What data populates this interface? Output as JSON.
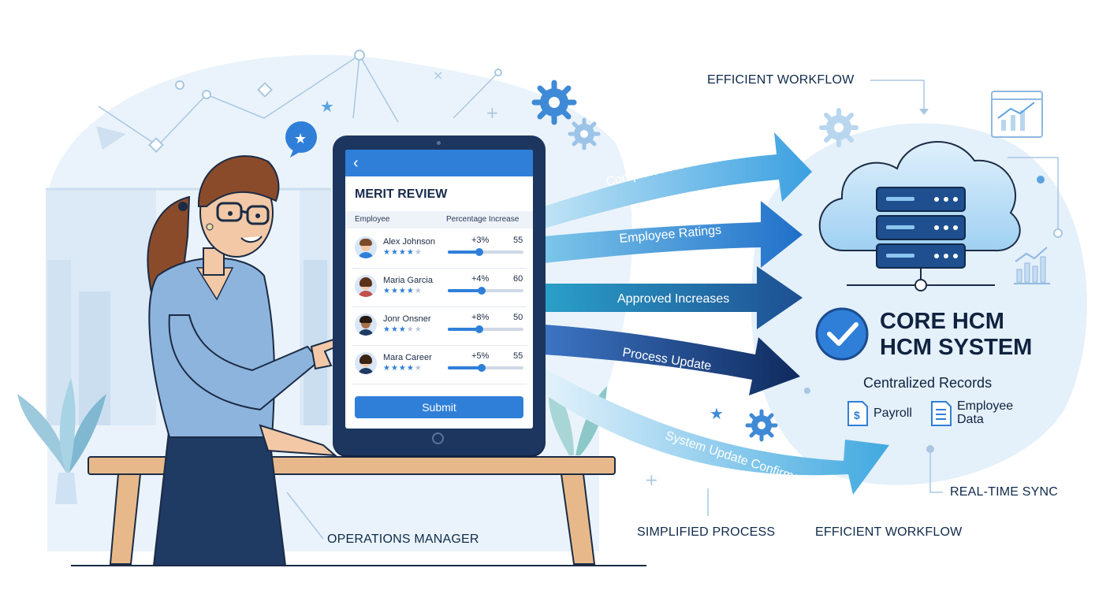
{
  "colors": {
    "accent": "#2f7fd9",
    "navy": "#10223f",
    "light_bg": "#e6f0fa",
    "arrow_light": "#5cb8e6",
    "arrow_dark": "#1b3a70"
  },
  "header": {
    "efficient_workflow_top": "EFFICIENT WORKFLOW"
  },
  "tablet": {
    "back_icon": "chevron-left-icon",
    "title": "MERIT REVIEW",
    "col_employee": "Employee",
    "col_increase": "Percentage Increase",
    "rows": [
      {
        "name": "Alex Johnson",
        "pct": "+3%",
        "score": "55",
        "stars": 4,
        "slider": 0.42
      },
      {
        "name": "Maria Garcia",
        "pct": "+4%",
        "score": "60",
        "stars": 4,
        "slider": 0.45
      },
      {
        "name": "Jonr Onsner",
        "pct": "+8%",
        "score": "50",
        "stars": 3,
        "slider": 0.42
      },
      {
        "name": "Mara Career",
        "pct": "+5%",
        "score": "55",
        "stars": 4,
        "slider": 0.45
      }
    ],
    "submit_label": "Submit"
  },
  "flows": [
    {
      "label": "Completed Review Data"
    },
    {
      "label": "Employee Ratings"
    },
    {
      "label": "Approved Increases"
    },
    {
      "label": "Process Update"
    },
    {
      "label": "System Update Confirmed"
    }
  ],
  "system": {
    "title_line1": "CORE HCM",
    "title_line2": "HCM SYSTEM",
    "centralized": "Centralized Records",
    "payroll": "Payroll",
    "employee_data": "Employee Data"
  },
  "footer": {
    "operations_manager": "OPERATIONS MANAGER",
    "simplified_process": "SIMPLIFIED PROCESS",
    "efficient_workflow_bottom": "EFFICIENT WORKFLOW",
    "real_time_sync": "REAL-TIME SYNC"
  }
}
